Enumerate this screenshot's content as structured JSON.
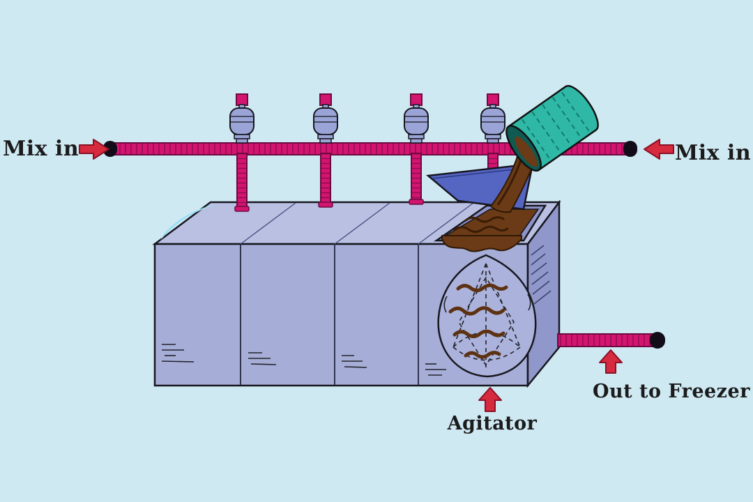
{
  "labels": {
    "mix_in_left": "Mix in",
    "mix_in_right": "Mix in",
    "agitator": "Agitator",
    "out_to_freezer": "Out to Freezer"
  },
  "icons": {
    "mix_in_left": "arrow-right-icon",
    "mix_in_right": "arrow-left-icon",
    "agitator_pointer": "arrow-up-icon",
    "out_to_freezer_pointer": "arrow-up-icon"
  },
  "colors": {
    "background": "#cfe9f3",
    "pipe": "#d4156f",
    "pipe_tick": "#8f0c52",
    "pipe_outline": "#6d0940",
    "pipe_cap": "#120b18",
    "valve_body": "#9aa4d6",
    "machine_front": "#a6aed8",
    "machine_top": "#b9c0e2",
    "machine_side": "#9098cb",
    "outline": "#17171f",
    "arrow": "#d62a3e",
    "bucket": "#2fb8a6",
    "bucket_dark": "#0f5a52",
    "chocolate": "#6b3a16",
    "chocolate_dark": "#3a1d05",
    "funnel": "#5565c2",
    "top_highlight": "#9edff4"
  }
}
